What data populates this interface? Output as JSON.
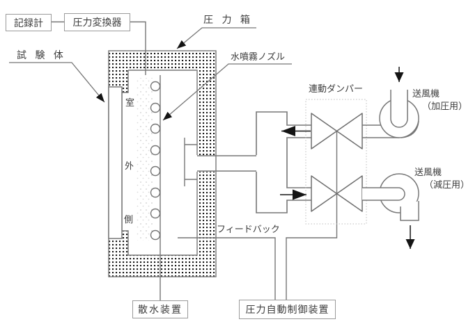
{
  "diagram_title_hint": "pressure-box watertightness test apparatus",
  "labels": {
    "recorder": "記録計",
    "pressure_transducer": "圧力変換器",
    "pressure_box": "圧 力 箱",
    "test_specimen": "試 験 体",
    "water_spray_nozzle": "水噴霧ノズル",
    "linked_damper": "連動ダンパー",
    "blower_top": "送風機",
    "blower_top_use": "（加圧用）",
    "blower_bottom": "送風機",
    "blower_bottom_use": "（減圧用）",
    "room": "室",
    "outside": "外",
    "side": "側",
    "feedback": "フィードバック",
    "sprinkler": "散水装置",
    "pressure_controller": "圧力自動制御装置"
  },
  "colors": {
    "line": "#767676",
    "text": "#3d3d3d",
    "arrow": "#141414",
    "hatch_dot": "#141414",
    "box_border": "#9a9a9a",
    "dotted_frame": "#bdbdbd",
    "background": "#ffffff"
  }
}
